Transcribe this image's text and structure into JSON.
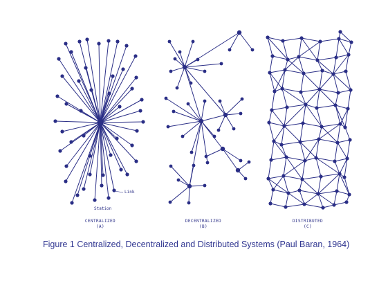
{
  "panels": [
    {
      "id": "centralized",
      "label": "CENTRALIZED",
      "sub": "(A)"
    },
    {
      "id": "decentralized",
      "label": "DECENTRALIZED",
      "sub": "(B)"
    },
    {
      "id": "distributed",
      "label": "DISTRIBUTED",
      "sub": "(C)"
    }
  ],
  "annotations": {
    "link": "Link",
    "station": "Station"
  },
  "caption": "Figure 1 Centralized, Decentralized and Distributed Systems (Paul Baran, 1964)",
  "colors": {
    "ink": "#2a2e86",
    "background": "#ffffff"
  }
}
